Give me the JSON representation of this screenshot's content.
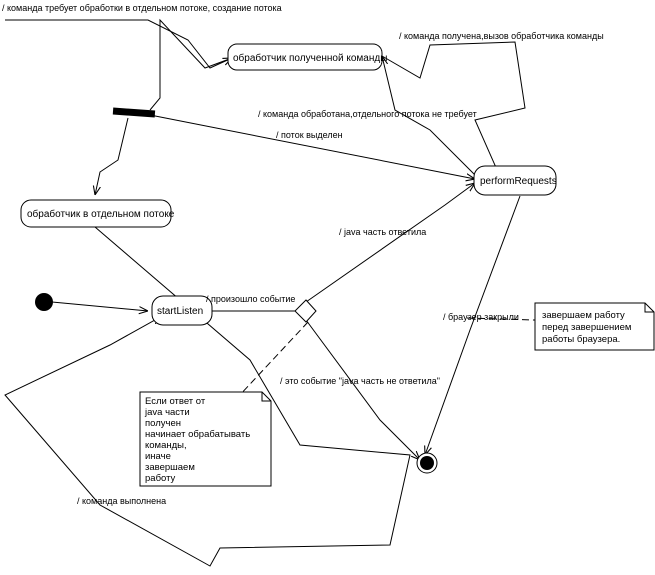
{
  "states": {
    "received_handler": "обработчик полученной команды",
    "perform_requests": "performRequests",
    "thread_handler": "обработчик в отдельном потоке",
    "start_listen": "startListen"
  },
  "transitions": {
    "needs_thread": "/ команда требует обработки в отдельном потоке, создание потока",
    "command_received": "/ команда получена,вызов обработчика команды",
    "command_processed": "/ команда обработана,отдельного потока не требует",
    "thread_allocated": "/ поток выделен",
    "java_answered": "/ java часть ответила",
    "event_occurred": "/ произошло событие",
    "browser_closed": "/ браузер закрыли",
    "java_not_answered": "/ это событие \"java часть не ответила\"",
    "command_done": "/ команда выполнена"
  },
  "notes": {
    "browser_note": [
      "завершаем работу",
      "перед завершением",
      "работы браузера."
    ],
    "java_note": [
      "Если ответ от",
      "java части",
      "получен",
      "начинает обрабатывать",
      "команды,",
      "иначе",
      "завершаем",
      "работу"
    ]
  }
}
